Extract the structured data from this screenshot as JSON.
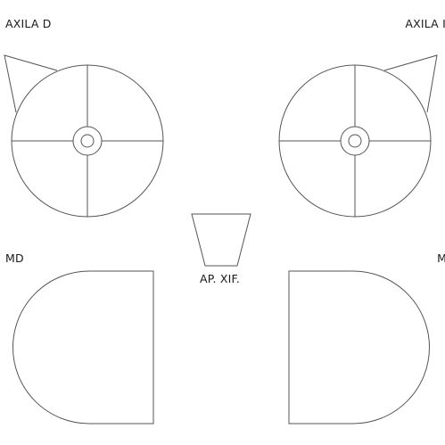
{
  "labels": {
    "axila_d": "AXILA D",
    "axila_i": "AXILA I",
    "md": "MD",
    "mi": "MI",
    "ap_xif": "AP. XIF."
  },
  "colors": {
    "stroke": "#555555",
    "text": "#1a1a1a",
    "background": "#ffffff"
  }
}
